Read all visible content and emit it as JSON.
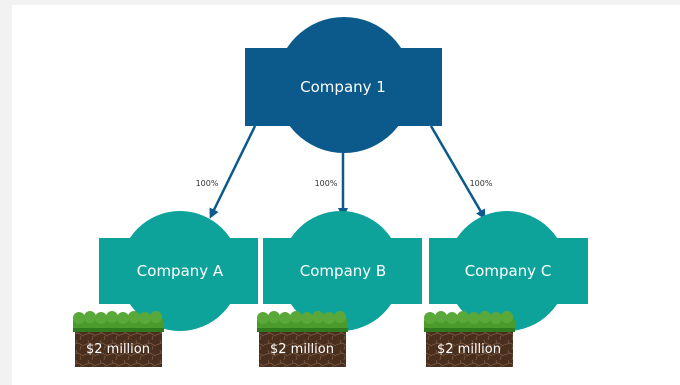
{
  "colors": {
    "parent_fill": "#0b5a8b",
    "subsidiary_fill": "#0ea39a",
    "arrow": "#0b5a8b",
    "grass": "#4a9a2c",
    "grass_dark": "#2f7a1e",
    "soil": "#4a2f1f",
    "soil_lines": "#8a6a52"
  },
  "parent": {
    "label": "Company 1"
  },
  "edges": [
    {
      "label": "100%"
    },
    {
      "label": "100%"
    },
    {
      "label": "100%"
    }
  ],
  "subsidiaries": [
    {
      "label": "Company A",
      "asset": "$2 million"
    },
    {
      "label": "Company B",
      "asset": "$2 million"
    },
    {
      "label": "Company C",
      "asset": "$2 million"
    }
  ]
}
